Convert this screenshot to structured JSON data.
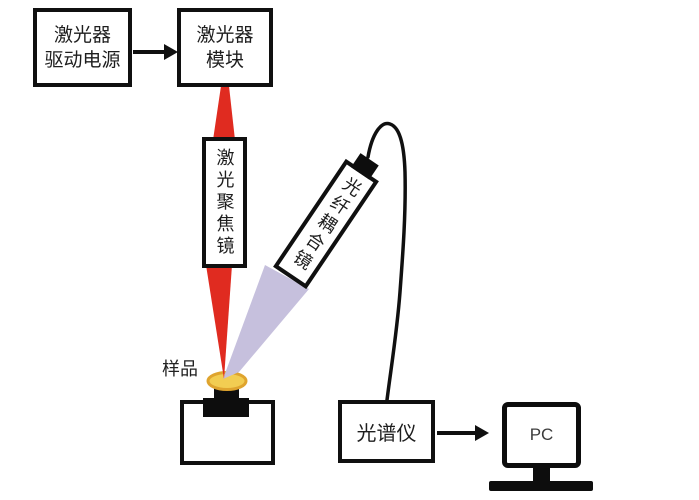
{
  "diagram": {
    "boxes": {
      "driver": {
        "line1": "激光器",
        "line2": "驱动电源"
      },
      "module": {
        "line1": "激光器",
        "line2": "模块"
      },
      "focus_lens": {
        "label": "激光聚焦镜"
      },
      "coupler": {
        "label": "光纤耦合镜"
      },
      "spectrometer": {
        "label": "光谱仪"
      },
      "pc": {
        "label": "PC"
      }
    },
    "sample_label": "样品",
    "colors": {
      "outline": "#101010",
      "laser_beam": "#e02b20",
      "collected_beam": "#c6c0dd",
      "plasma_core": "#f2cd52",
      "plasma_edge": "#dfa42e"
    }
  }
}
